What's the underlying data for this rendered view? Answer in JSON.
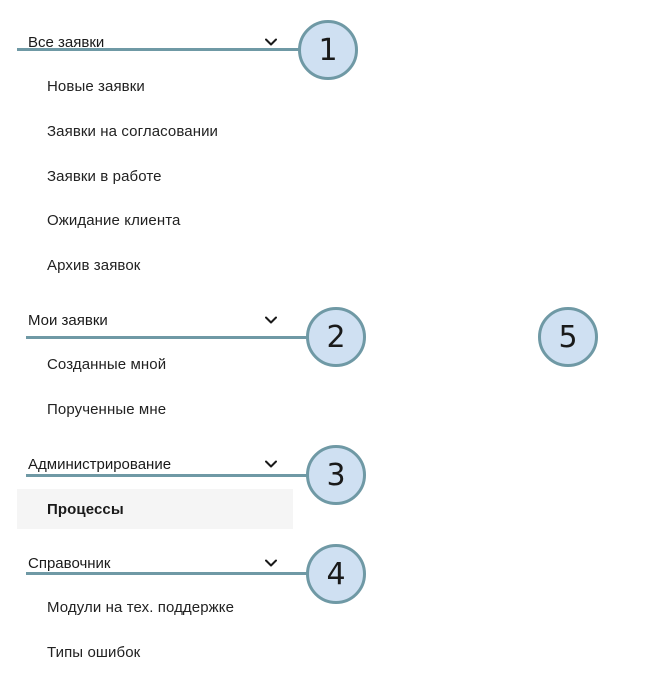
{
  "sections": [
    {
      "title": "Все заявки",
      "items": [
        "Новые заявки",
        "Заявки на согласовании",
        "Заявки в работе",
        "Ожидание клиента",
        "Архив заявок"
      ]
    },
    {
      "title": "Мои заявки",
      "items": [
        "Созданные мной",
        "Порученные мне"
      ]
    },
    {
      "title": "Администрирование",
      "items": [
        "Процессы"
      ]
    },
    {
      "title": "Справочник",
      "items": [
        "Модули на тех. поддержке",
        "Типы ошибок"
      ]
    }
  ],
  "callouts": [
    "1",
    "2",
    "3",
    "4",
    "5"
  ],
  "icons": {
    "expand": "chevron-down-icon"
  },
  "colors": {
    "callout_fill": "#cfe0f2",
    "callout_stroke": "#6f99a5",
    "active_bg": "#f5f5f5"
  }
}
